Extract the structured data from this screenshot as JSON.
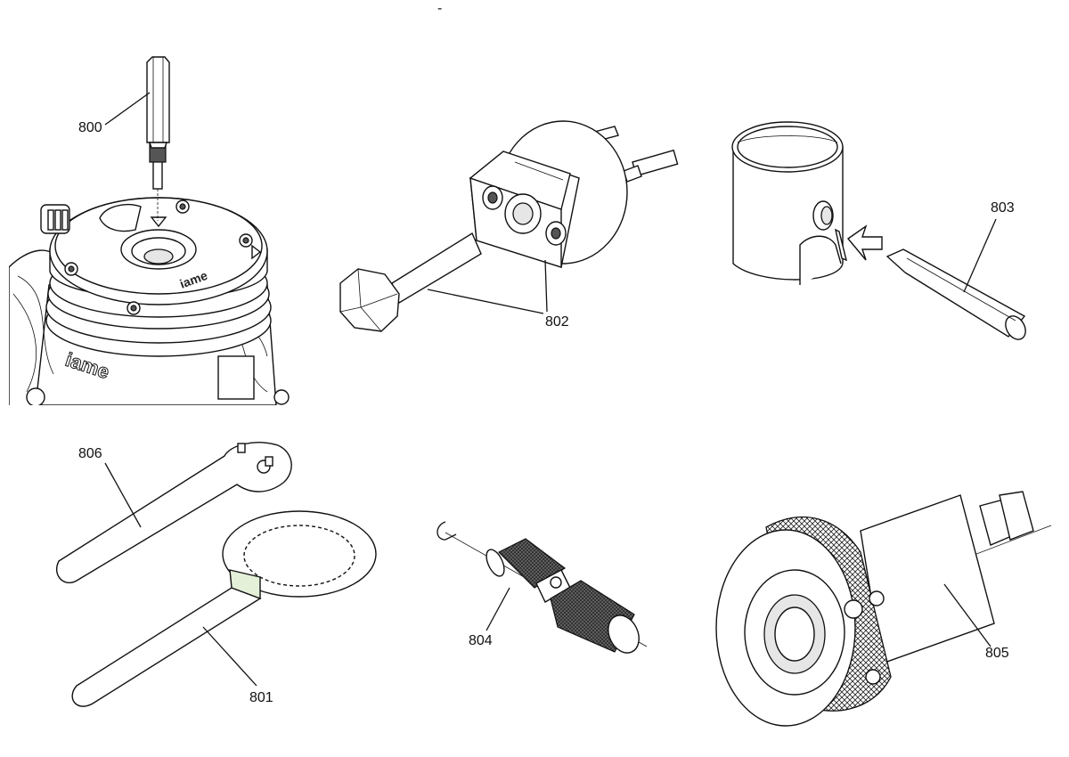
{
  "labels": {
    "l800": "800",
    "l801": "801",
    "l802": "802",
    "l803": "803",
    "l804": "804",
    "l805": "805",
    "l806": "806"
  },
  "engine_logo": "iame",
  "head_logo": "iame",
  "top_mark": "-"
}
